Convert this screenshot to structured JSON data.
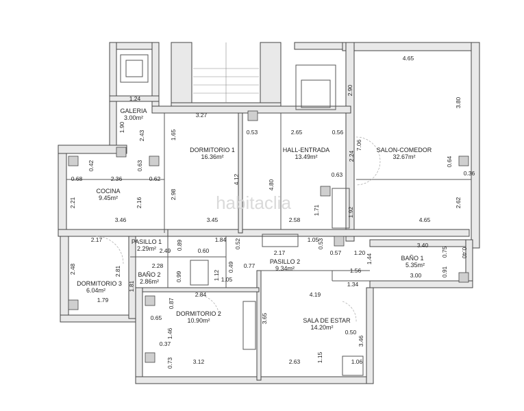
{
  "watermark": "habitaclia",
  "rooms": {
    "galeria": {
      "name": "GALERIA",
      "area": "3.00m²"
    },
    "dormitorio1": {
      "name": "DORMITORIO 1",
      "area": "16.36m²"
    },
    "hall": {
      "name": "HALL-ENTRADA",
      "area": "13.49m²"
    },
    "salon": {
      "name": "SALON-COMEDOR",
      "area": "32.67m²"
    },
    "cocina": {
      "name": "COCINA",
      "area": "9.45m²"
    },
    "pasillo1": {
      "name": "PASILLO 1",
      "area": "2.29m²"
    },
    "pasillo2": {
      "name": "PASILLO 2",
      "area": "9.34m²"
    },
    "bano1": {
      "name": "BAÑO 1",
      "area": "5.35m²"
    },
    "bano2": {
      "name": "BAÑO 2",
      "area": "2.86m²"
    },
    "dormitorio3": {
      "name": "DORMITORIO 3",
      "area": "6.04m²"
    },
    "dormitorio2": {
      "name": "DORMITORIO 2",
      "area": "10.90m²"
    },
    "sala": {
      "name": "SALA DE ESTAR",
      "area": "14.20m²"
    }
  },
  "dims": {
    "d_465_top": "4.65",
    "d_290": "2.90",
    "d_380": "3.80",
    "d_124": "1.24",
    "d_190": "1.90",
    "d_327": "3.27",
    "d_165": "1.65",
    "d_053a": "0.53",
    "d_265": "2.65",
    "d_056": "0.56",
    "d_243": "2.43",
    "d_706": "7.06",
    "d_224": "2.24",
    "d_064": "0.64",
    "d_036": "0.36",
    "d_042": "0.42",
    "d_063a": "0.63",
    "d_068": "0.68",
    "d_236": "2.36",
    "d_062": "0.62",
    "d_412": "4.12",
    "d_480": "4.80",
    "d_063b": "0.63",
    "d_298": "2.98",
    "d_221": "2.21",
    "d_216": "2.16",
    "d_171": "1.71",
    "d_192": "1.92",
    "d_262": "2.62",
    "d_346": "3.46",
    "d_345": "3.45",
    "d_258": "2.58",
    "d_465_mid": "4.65",
    "d_217a": "2.17",
    "d_089": "0.89",
    "d_184": "1.84",
    "d_052": "0.52",
    "d_105a": "1.05",
    "d_053b": "0.53",
    "d_217b": "2.17",
    "d_249": "2.49",
    "d_060": "0.60",
    "d_057": "0.57",
    "d_120": "1.20",
    "d_340": "3.40",
    "d_144": "1.44",
    "d_075": "0.75",
    "d_040": "0.40",
    "d_248": "2.48",
    "d_281": "2.81",
    "d_228": "2.28",
    "d_049": "0.49",
    "d_077": "0.77",
    "d_156": "1.56",
    "d_091": "0.91",
    "d_300": "3.00",
    "d_181": "1.81",
    "d_099": "0.99",
    "d_112": "1.12",
    "d_105b": "1.05",
    "d_134": "1.34",
    "d_179": "1.79",
    "d_087": "0.87",
    "d_284": "2.84",
    "d_419": "4.19",
    "d_065": "0.65",
    "d_365": "3.65",
    "d_146": "1.46",
    "d_346b": "3.46",
    "d_050": "0.50",
    "d_037": "0.37",
    "d_115": "1.15",
    "d_073": "0.73",
    "d_312": "3.12",
    "d_263": "2.63",
    "d_106": "1.06"
  }
}
